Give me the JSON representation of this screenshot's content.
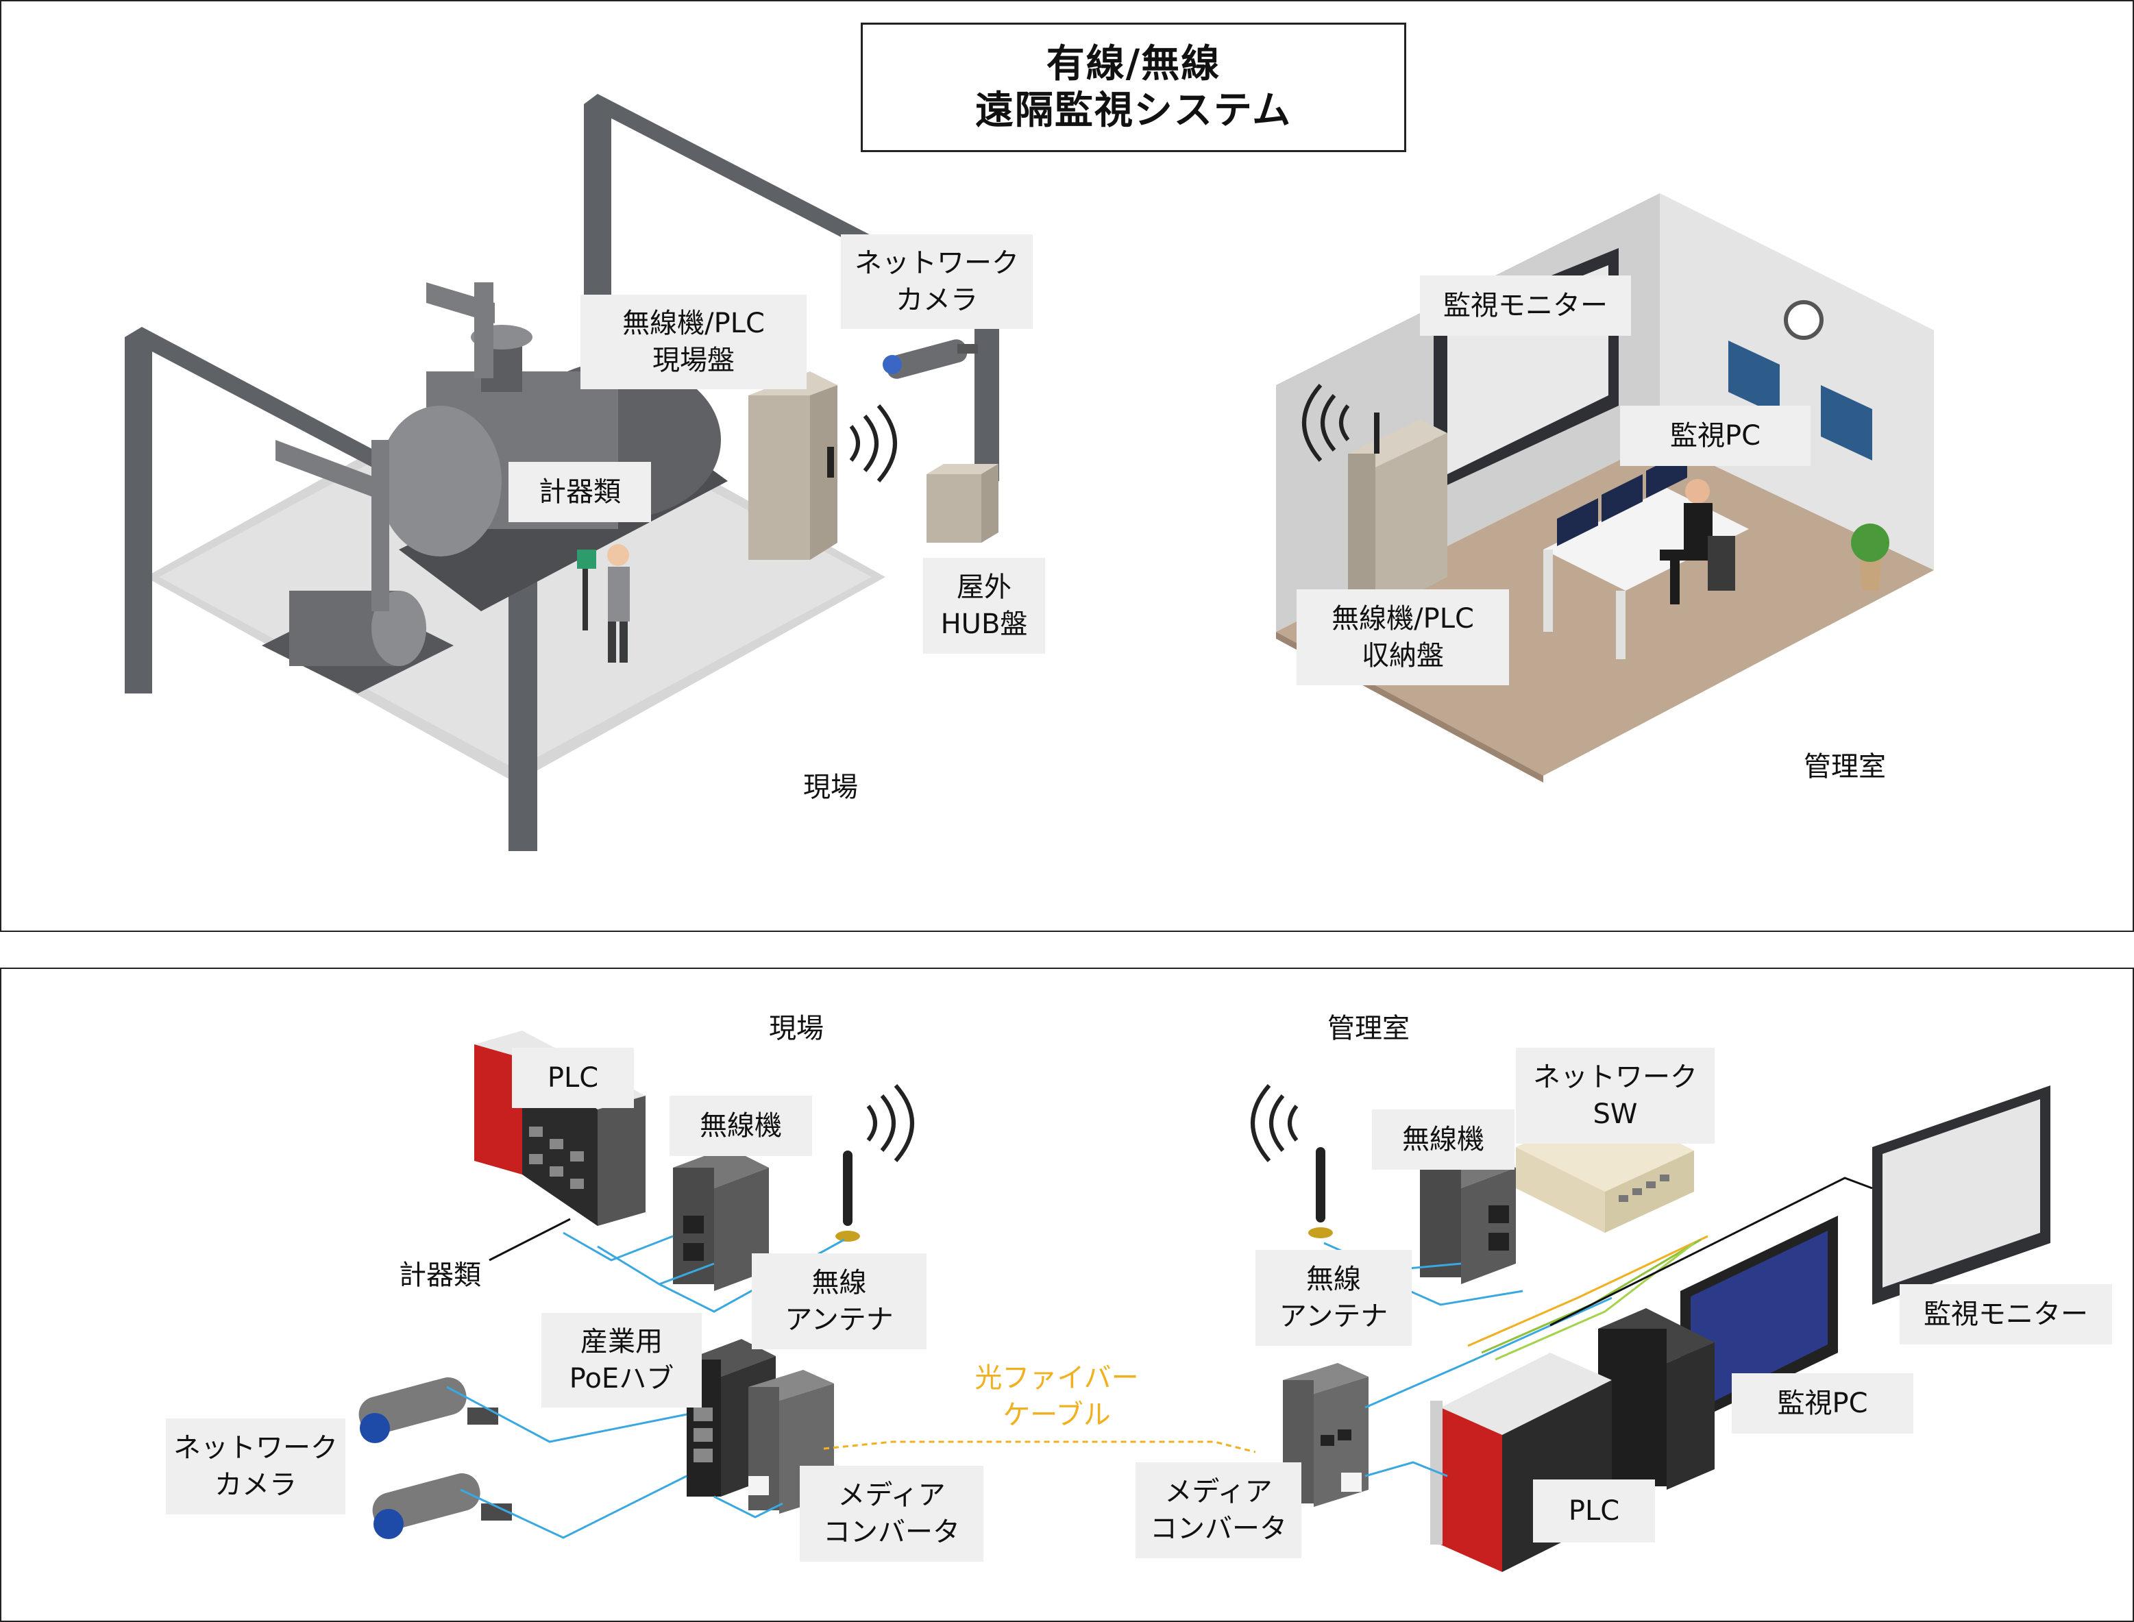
{
  "title": {
    "line1": "有線/無線",
    "line2": "遠隔監視システム"
  },
  "top": {
    "site_caption": "現場",
    "control_room_caption": "管理室",
    "labels": {
      "network_camera": [
        "ネットワーク",
        "カメラ"
      ],
      "radio_plc_site_panel": [
        "無線機/PLC",
        "現場盤"
      ],
      "instruments": [
        "計器類"
      ],
      "outdoor_hub_panel": [
        "屋外",
        "HUB盤"
      ],
      "monitor": [
        "監視モニター"
      ],
      "monitor_pc": [
        "監視PC"
      ],
      "radio_plc_storage_panel": [
        "無線機/PLC",
        "収納盤"
      ]
    }
  },
  "bottom": {
    "site_caption": "現場",
    "control_room_caption": "管理室",
    "labels": {
      "plc_site": [
        "PLC"
      ],
      "radio_site": [
        "無線機"
      ],
      "instruments": [
        "計器類"
      ],
      "antenna_site": [
        "無線",
        "アンテナ"
      ],
      "poe_hub": [
        "産業用",
        "PoEハブ"
      ],
      "network_camera": [
        "ネットワーク",
        "カメラ"
      ],
      "media_converter_site": [
        "メディア",
        "コンバータ"
      ],
      "fiber_cable": [
        "光ファイバー",
        "ケーブル"
      ],
      "media_converter_room": [
        "メディア",
        "コンバータ"
      ],
      "antenna_room": [
        "無線",
        "アンテナ"
      ],
      "radio_room": [
        "無線機"
      ],
      "network_switch": [
        "ネットワーク",
        "SW"
      ],
      "monitor": [
        "監視モニター"
      ],
      "monitor_pc": [
        "監視PC"
      ],
      "plc_room": [
        "PLC"
      ]
    }
  },
  "colors": {
    "ethernet_cable": "#3aa8e0",
    "fiber_cable": "#f0b020",
    "label_bg": "#efefef",
    "plc_red": "#c8201e"
  }
}
